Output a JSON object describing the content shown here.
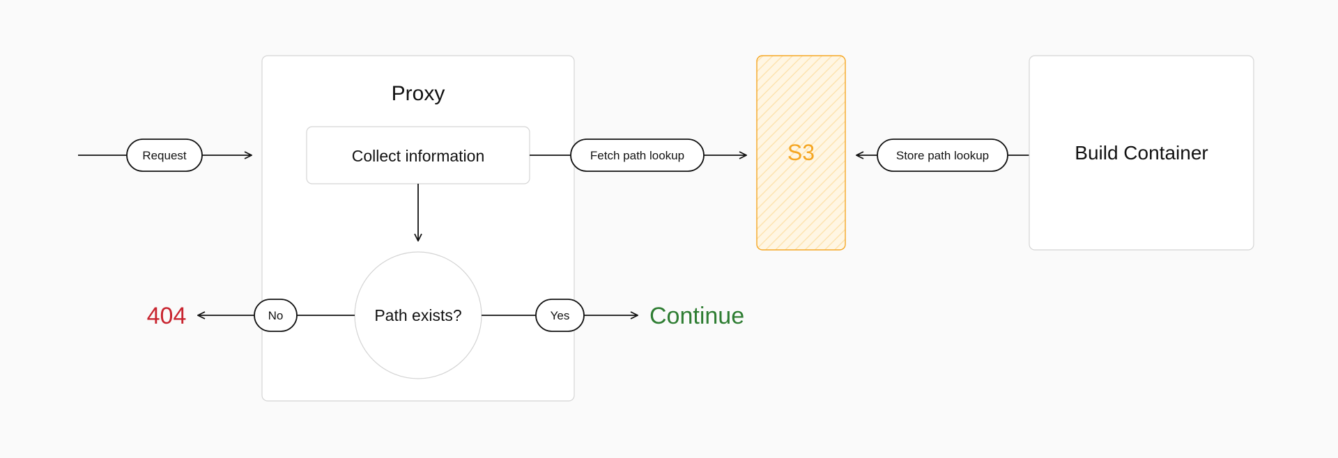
{
  "nodes": {
    "proxy": {
      "title": "Proxy"
    },
    "collect": {
      "label": "Collect information"
    },
    "decision": {
      "label": "Path exists?"
    },
    "s3": {
      "label": "S3"
    },
    "build": {
      "label": "Build Container"
    },
    "not_found": {
      "label": "404"
    },
    "continue": {
      "label": "Continue"
    }
  },
  "edges": {
    "request": {
      "label": "Request"
    },
    "fetch": {
      "label": "Fetch path lookup"
    },
    "store": {
      "label": "Store path lookup"
    },
    "no": {
      "label": "No"
    },
    "yes": {
      "label": "Yes"
    }
  },
  "colors": {
    "background": "#fafafa",
    "box_border": "#d4d4d4",
    "stroke": "#111111",
    "s3_accent": "#f5a623",
    "s3_fill": "#fff6e3",
    "error": "#c8242f",
    "success": "#2e7d32"
  }
}
